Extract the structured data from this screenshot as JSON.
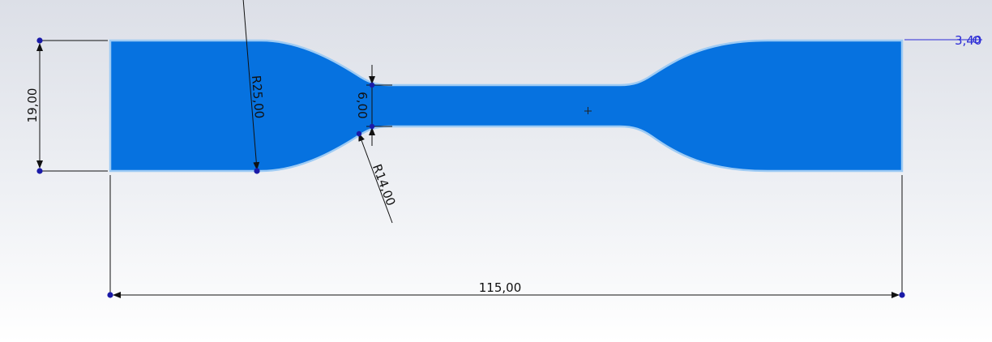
{
  "sketch": {
    "part": {
      "fill_color": "#0672e0",
      "edge_color": "#9ecbf4"
    },
    "dimensions": {
      "overall_length": "115,00",
      "grip_width": "19,00",
      "gauge_width": "6,00",
      "shoulder_radius_large": "R25,00",
      "shoulder_radius_small": "R14,00",
      "thickness": "3,40"
    },
    "colors": {
      "dimension_line": "#111111",
      "dimension_text": "#111111",
      "thickness_text": "#2a2ad6",
      "endpoint": "#1a1aa8",
      "background_top": "#dfe1e8",
      "background_bottom": "#ffffff"
    }
  }
}
